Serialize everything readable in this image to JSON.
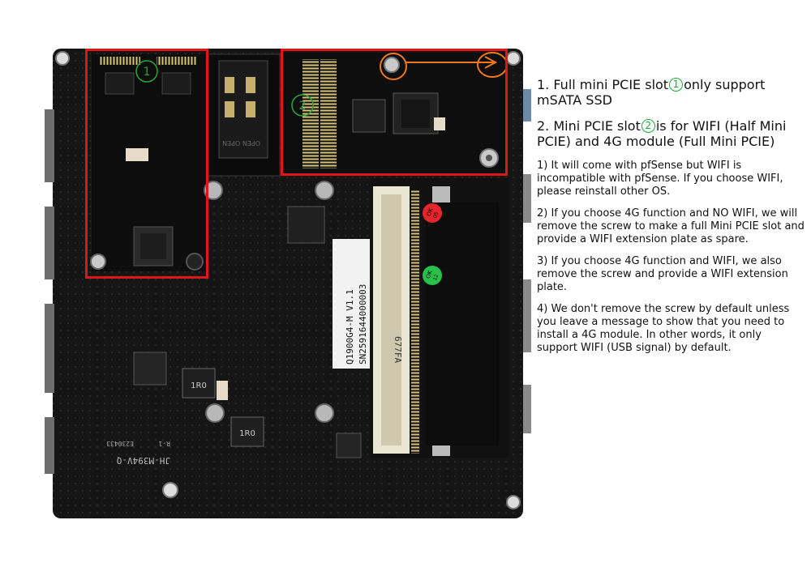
{
  "board": {
    "label_chip": "Q1900G4-M V1.1",
    "label_serial": "SN2591644000003",
    "silk_model": "JH-M394V-Q",
    "silk_rev": "R-1",
    "silk_code": "E230433",
    "slot_label": "677FA",
    "inductor_1": "1R0",
    "inductor_2": "1R0",
    "sticker_red_1": "OK",
    "sticker_red_2": "05",
    "sticker_green_1": "OK",
    "sticker_green_2": "12",
    "slot_marker_1": "1",
    "slot_marker_2": "2",
    "sim_text": "OPEN  OPEN"
  },
  "text_panel": {
    "heading1_pre": "1. Full mini PCIE slot",
    "heading1_circle": "1",
    "heading1_post": "only support mSATA SSD",
    "heading2_pre": "2. Mini PCIE slot",
    "heading2_circle": "2",
    "heading2_post": "is for WIFI (Half Mini PCIE) and 4G module (Full Mini PCIE)",
    "note1": "1) It will come with pfSense but WIFI is incompatible with pfSense. If you choose WIFI, please reinstall other OS.",
    "note2": "2) If you choose 4G function and NO WIFI, we will remove the screw to make a full Mini PCIE slot and provide a WIFI extension plate as spare.",
    "note3": "3) If you choose 4G function and WIFI, we also remove the screw and provide a  WIFI extension plate.",
    "note4": "4) We don't remove the screw by default unless you leave a message to show that you need to install a 4G module. In other words, it only support WIFI (USB signal) by default."
  },
  "colors": {
    "callout_red": "#e01616",
    "marker_green": "#22a83a",
    "arrow_orange": "#f07818",
    "pcb_black": "#151515"
  }
}
